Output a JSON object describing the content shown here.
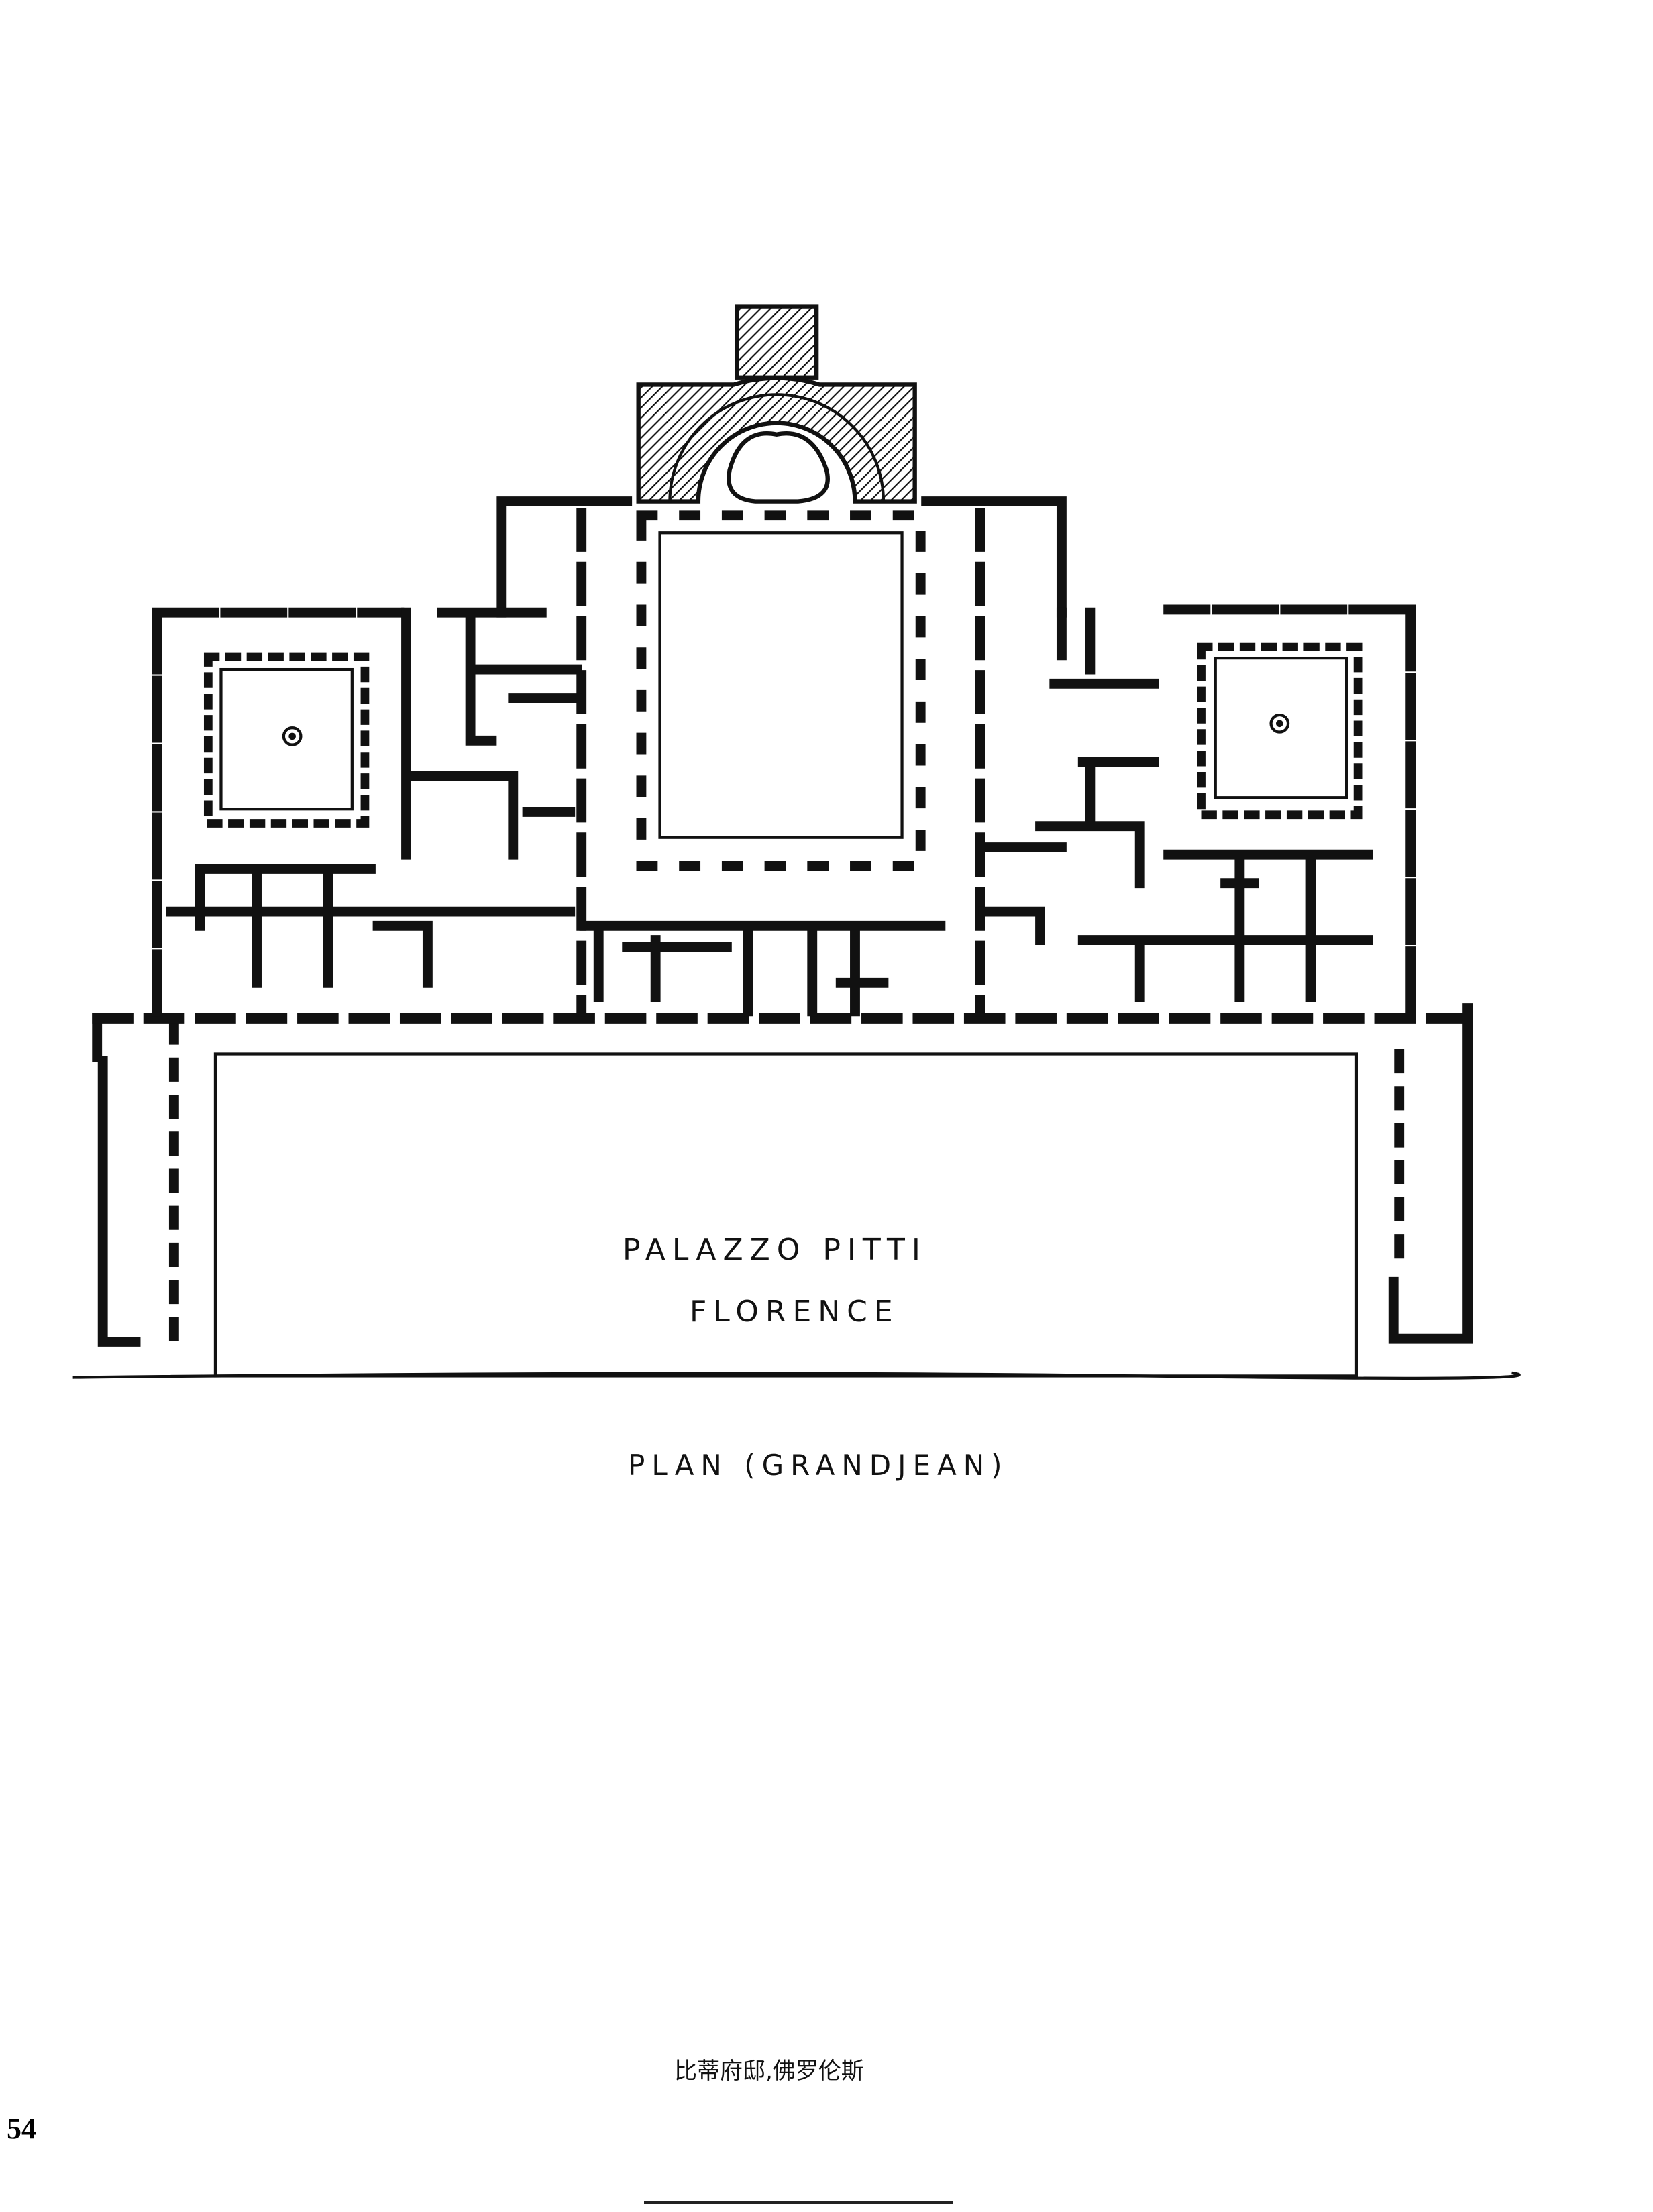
{
  "drawing": {
    "title_line1": "PALAZZO PITTI",
    "title_line2": "FLORENCE",
    "subtitle": "PLAN (GRANDJEAN)"
  },
  "caption": "比蒂府邸,佛罗伦斯",
  "page_number": "54",
  "colors": {
    "ink": "#111111",
    "paper": "#ffffff"
  }
}
